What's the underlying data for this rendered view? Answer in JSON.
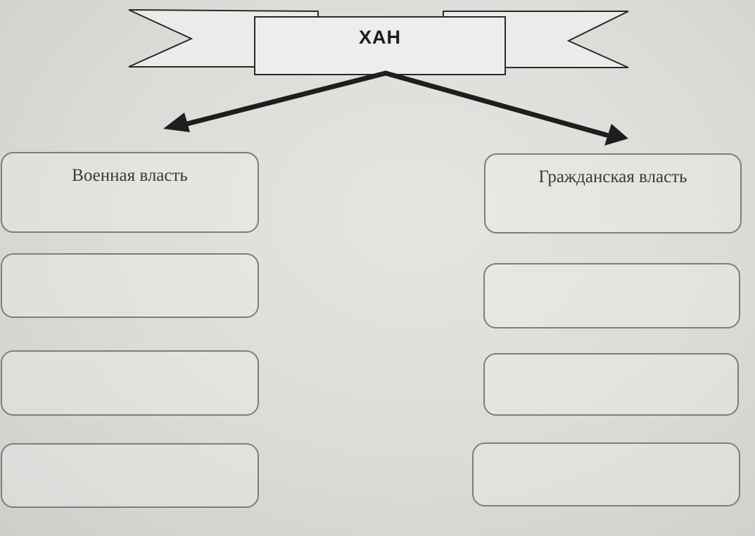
{
  "header": {
    "title": "ХАН"
  },
  "branches": {
    "left": {
      "label": "Военная власть",
      "empty_boxes": 3
    },
    "right": {
      "label": "Гражданская власть",
      "empty_boxes": 3
    }
  },
  "colors": {
    "line": "#1e1e1e",
    "box_border": "#7d7d7d",
    "background": "#dcdcda"
  }
}
